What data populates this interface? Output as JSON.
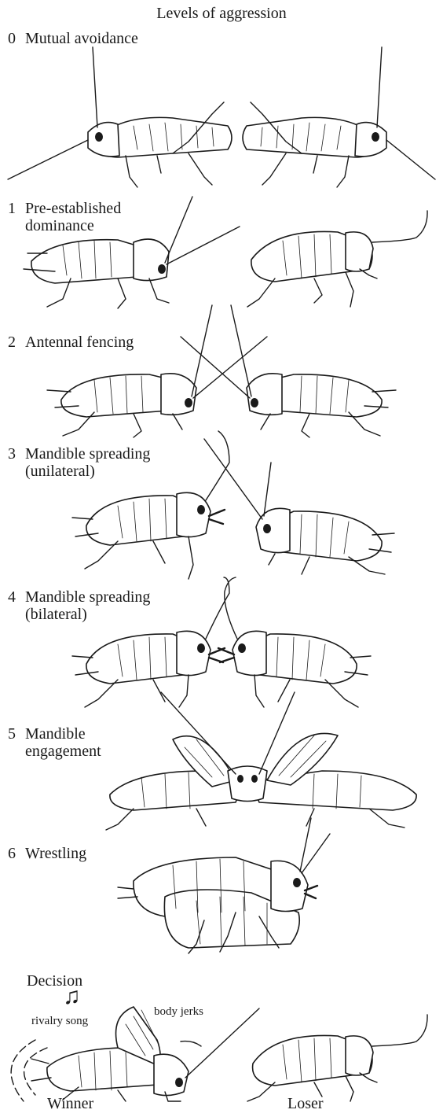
{
  "title": "Levels of aggression",
  "levels": [
    {
      "num": "0",
      "line1": "Mutual avoidance",
      "line2": ""
    },
    {
      "num": "1",
      "line1": "Pre-established",
      "line2": "dominance"
    },
    {
      "num": "2",
      "line1": "Antennal fencing",
      "line2": ""
    },
    {
      "num": "3",
      "line1": "Mandible spreading",
      "line2": "(unilateral)"
    },
    {
      "num": "4",
      "line1": "Mandible spreading",
      "line2": "(bilateral)"
    },
    {
      "num": "5",
      "line1": "Mandible",
      "line2": "engagement"
    },
    {
      "num": "6",
      "line1": "Wrestling",
      "line2": ""
    }
  ],
  "decision": {
    "heading": "Decision",
    "rivalry_song": "rivalry song",
    "body_jerks": "body jerks",
    "winner": "Winner",
    "loser": "Loser",
    "music_note": "♫"
  }
}
